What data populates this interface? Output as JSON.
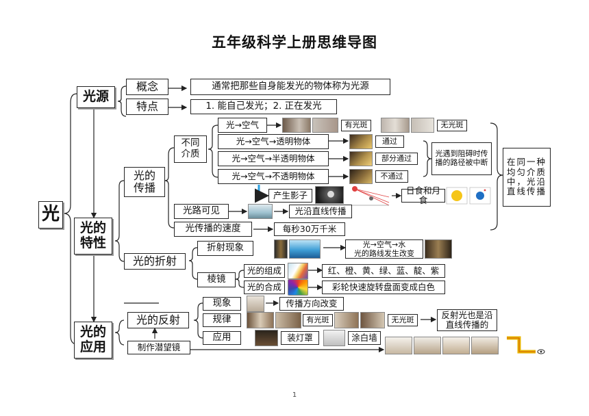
{
  "title": "五年级科学上册思维导图",
  "page_number": "1",
  "nodes": {
    "root": "光",
    "source": "光源",
    "concept": "概念",
    "concept_text": "通常把那些自身能发光的物体称为光源",
    "feature": "特点",
    "feature_text": "1. 能自己发光；2. 正在发光",
    "properties": "光的特性",
    "propagation": "光的传播",
    "media": "不同介质",
    "m1": "光→空气",
    "m2": "光→空气→透明物体",
    "m3": "光→空气→半透明物体",
    "m4": "光→空气→不透明物体",
    "spot_yes": "有光斑",
    "spot_no": "无光斑",
    "pass": "通过",
    "part_pass": "部分通过",
    "no_pass": "不通过",
    "obstacle": "光遇到阻碍时传播的路径被中断",
    "conclusion": "在同一种均匀介质中，光沿直线传播",
    "shadow": "产生影子",
    "eclipse": "日食和月食",
    "path_visible": "光路可见",
    "straight": "光沿直线传播",
    "speed": "光传播的速度",
    "speed_value": "每秒30万千米",
    "refraction": "光的折射",
    "refr_phenom": "折射现象",
    "refr_text": "光→空气→水\n光的路线发生改变",
    "prism": "棱镜",
    "composition": "光的组成",
    "colors": "红、橙、黄、绿、蓝、靛、紫",
    "synthesis": "光的合成",
    "wheel": "彩轮快速旋转盘面变成白色",
    "application": "光的应用",
    "reflection": "光的反射",
    "refl_phenom": "现象",
    "direction": "传播方向改变",
    "law": "规律",
    "refl_conclusion": "反射光也是沿直线传播的",
    "apply": "应用",
    "lampshade": "装灯罩",
    "whitewall": "涂白墙",
    "periscope": "制作潜望镜"
  },
  "colors": {
    "line": "#222222",
    "sun": "#f5c518",
    "earth": "#1f6fc4",
    "highlight_arrow": "#2aa0e0",
    "periscope": "#e8b400"
  }
}
